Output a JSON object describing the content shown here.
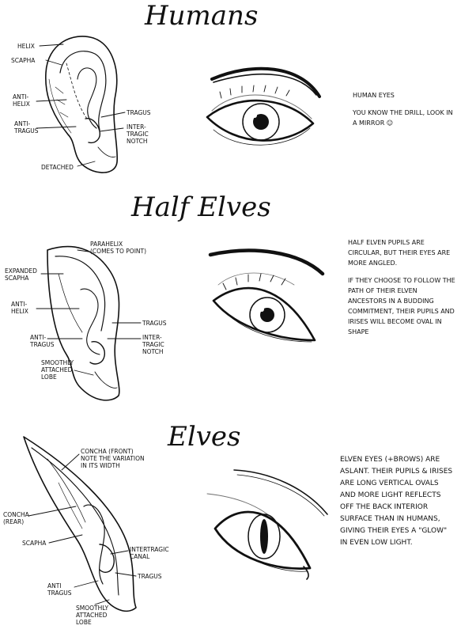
{
  "sections": {
    "humans": {
      "title": "Humans",
      "ear_labels": {
        "helix": "Helix",
        "scapha": "Scapha",
        "antihelix": "Anti-\nHelix",
        "antitragus": "Anti-\nTragus",
        "tragus": "Tragus",
        "intertragic_notch": "Inter-\nTragic\nNotch",
        "lobe": "Detached"
      },
      "note": [
        "Human Eyes",
        "You know the drill, look in a mirror ☺"
      ]
    },
    "half_elves": {
      "title": "Half Elves",
      "ear_labels": {
        "parahelix": "Parahelix\n(comes to point)",
        "scapha": "Expanded\nScapha",
        "antihelix": "Anti-\nHelix",
        "antitragus": "Anti-\nTragus",
        "tragus": "Tragus",
        "intertragic_notch": "Inter-\nTragic\nNotch",
        "lobe": "Smoothly\nAttached\nLobe"
      },
      "note": [
        "Half elven pupils are circular, but their eyes are more angled.",
        "If they choose to follow the path of their elven ancestors in a budding commitment, their pupils and irises will become oval in shape"
      ]
    },
    "elves": {
      "title": "Elves",
      "ear_labels": {
        "concha_front": "Concha (front)\nnote the variation\nin its width",
        "concha_rear": "Concha\n(rear)",
        "scapha": "Scapha",
        "intertragic_canal": "Intertragic\nCanal",
        "tragus": "Tragus",
        "antitragus": "Anti\nTragus",
        "lobe": "Smoothly\nAttached\nLobe"
      },
      "note": [
        "Elven eyes (+brows) are aslant. Their pupils & irises are long vertical ovals and more light reflects off the back interior surface than in humans, giving their eyes a \"glow\" in even low light."
      ]
    }
  },
  "icons": [
    "human-ear-icon",
    "human-eye-icon",
    "half-elf-ear-icon",
    "half-elf-eye-icon",
    "elf-ear-icon",
    "elf-eye-icon"
  ]
}
